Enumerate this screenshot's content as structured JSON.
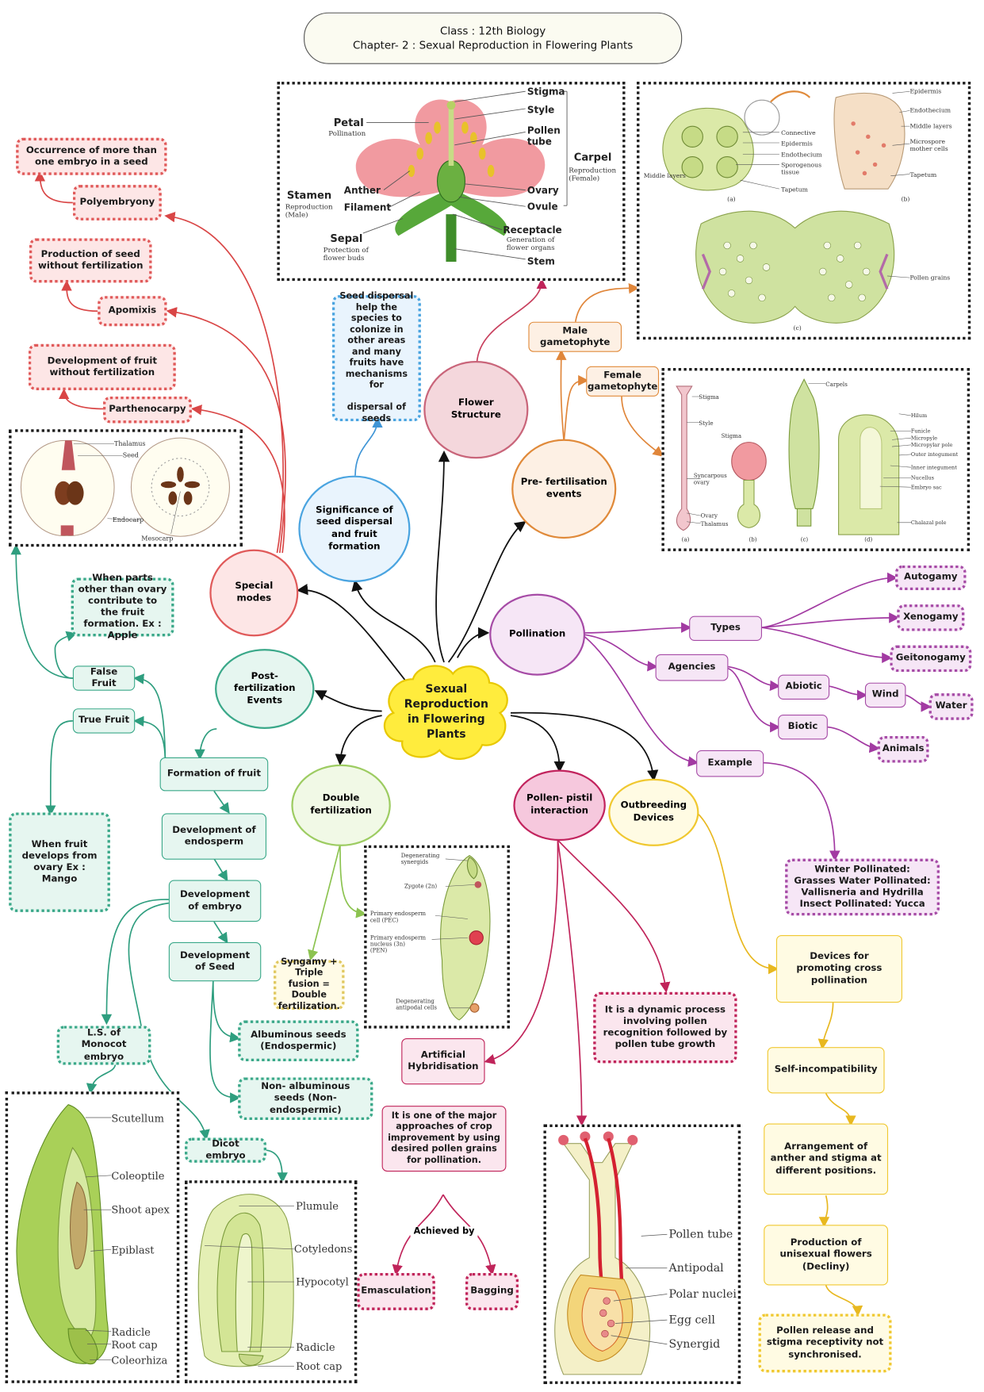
{
  "header": {
    "line1": "Class : 12th Biology",
    "line2": "Chapter- 2 : Sexual Reproduction in Flowering Plants"
  },
  "center": "Sexual\nReproduction\nin Flowering\nPlants",
  "hubs": {
    "special_modes": "Special modes",
    "significance": "Significance of seed dispersal and fruit formation",
    "flower_structure": "Flower Structure",
    "pre_fertilisation": "Pre- fertilisation events",
    "pollination": "Pollination",
    "post_fertilization": "Post-\nfertilization\nEvents",
    "double_fertilization": "Double\nfertilization",
    "pollen_pistil": "Pollen- pistil\ninteraction",
    "outbreeding": "Outbreeding\nDevices"
  },
  "special_modes": {
    "polyembryony": "Polyembryony",
    "polyembryony_def": "Occurrence of more than one embryo in a seed",
    "apomixis": "Apomixis",
    "apomixis_def": "Production of seed without fertilization",
    "parthenocarpy": "Parthenocarpy",
    "parthenocarpy_def": "Development of fruit without fertilization"
  },
  "significance_note": "Seed dispersal help the species to colonize in other areas and many fruits have mechanisms for\n\ndispersal of seeds",
  "pre_fertilisation": {
    "male": "Male gametophyte",
    "female": "Female\ngametophyte"
  },
  "pollination": {
    "types": "Types",
    "autogamy": "Autogamy",
    "xenogamy": "Xenogamy",
    "geitonogamy": "Geitonogamy",
    "agencies": "Agencies",
    "abiotic": "Abiotic",
    "wind": "Wind",
    "water": "Water",
    "biotic": "Biotic",
    "animals": "Animals",
    "example": "Example",
    "example_text": "Winter Pollinated: Grasses Water Pollinated: Vallisneria and Hydrilla Insect Pollinated: Yucca"
  },
  "post_fertilization": {
    "false_fruit": "False Fruit",
    "false_fruit_def": "When parts other than ovary contribute to the fruit formation. Ex : Apple",
    "true_fruit": "True Fruit",
    "true_fruit_def": "When fruit develops from ovary Ex : Mango",
    "formation_of_fruit": "Formation of fruit",
    "dev_endosperm": "Development of endosperm",
    "dev_embryo": "Development of embryo",
    "dev_seed": "Development of Seed",
    "albuminous": "Albuminous seeds (Endospermic)",
    "non_albuminous": "Non- albuminous seeds (Non- endospermic)",
    "monocot_embryo": "L.S. of Monocot embryo",
    "dicot_embryo": "Dicot embryo"
  },
  "double_fertilization_note": "Syngamy + Triple fusion = Double fertilization.",
  "pollen_pistil": {
    "dynamic": "It is a dynamic process involving pollen recognition followed by pollen tube growth",
    "artificial": "Artificial\nHybridisation",
    "artificial_def": "It is one of the major approaches of crop improvement by using desired pollen grains for pollination.",
    "achieved_by": "Achieved by",
    "emasculation": "Emasculation",
    "bagging": "Bagging"
  },
  "outbreeding": {
    "d1": "Devices for promoting cross pollination",
    "d2": "Self-incompatibility",
    "d3": "Arrangement of anther and stigma at different positions.",
    "d4": "Production of unisexual flowers (Decliny)",
    "d5": "Pollen release and stigma receptivity not synchronised."
  },
  "fig_flower": {
    "stigma": "Stigma",
    "style": "Style",
    "pollen_tube": "Pollen\ntube",
    "carpel": "Carpel",
    "carpel_sub": "Reproduction\n(Female)",
    "petal": "Petal",
    "petal_sub": "Pollination",
    "stamen": "Stamen",
    "stamen_sub": "Reproduction\n(Male)",
    "anther": "Anther",
    "filament": "Filament",
    "ovary": "Ovary",
    "ovule": "Ovule",
    "receptacle": "Receptacle",
    "receptacle_sub": "Generation of\nflower organs",
    "sepal": "Sepal",
    "sepal_sub": "Protection of\nflower buds",
    "stem": "Stem"
  },
  "fig_anther": {
    "epidermis": "Epidermis",
    "endothecium": "Endothecium",
    "middle_layers": "Middle layers",
    "microspore": "Microspore\nmother cells",
    "tapetum": "Tapetum",
    "connective": "Connective",
    "epidermis2": "Epidermis",
    "endothecium2": "Endothecium",
    "sporogenous": "Sporogenous\ntissue",
    "tapetum2": "Tapetum",
    "middle_layers2": "Middle layers",
    "a": "(a)",
    "b": "(b)",
    "c": "(c)",
    "pollen_grains": "Pollen grains"
  },
  "fig_pistil": {
    "stigma": "Stigma",
    "style": "Style",
    "stigma2": "Stigma",
    "syncarpous": "Syncarpous\novary",
    "ovary": "Ovary",
    "thalamus": "Thalamus",
    "carpels": "Carpels",
    "hilum": "Hilum",
    "funicle": "Funicle",
    "micropyle": "Micropyle",
    "micropylar_pole": "Micropylar pole",
    "outer_integument": "Outer integument",
    "inner_integument": "Inner integument",
    "nucellus": "Nucellus",
    "embryo_sac": "Embryo sac",
    "chalazal_pole": "Chalazal pole",
    "a": "(a)",
    "b": "(b)",
    "c": "(c)",
    "d": "(d)"
  },
  "fig_fruit": {
    "thalamus": "Thalamus",
    "seed": "Seed",
    "endocarp": "Endocarp",
    "mesocarp": "Mesocarp"
  },
  "fig_embryo_sac": {
    "synergids": "Degenerating\nsynergids",
    "zygote": "Zygote (2n)",
    "pec": "Primary endosperm\ncell (PEC)",
    "pen": "Primary endosperm\nnucleus (3n)\n(PEN)",
    "antipodal": "Degenerating\nantipodal cells"
  },
  "fig_monocot": {
    "scutellum": "Scutellum",
    "coleoptile": "Coleoptile",
    "shoot_apex": "Shoot apex",
    "epiblast": "Epiblast",
    "radicle": "Radicle",
    "root_cap": "Root cap",
    "coleorhiza": "Coleorhiza"
  },
  "fig_dicot": {
    "plumule": "Plumule",
    "cotyledons": "Cotyledons",
    "hypocotyl": "Hypocotyl",
    "radicle": "Radicle",
    "root_cap": "Root cap"
  },
  "fig_pollen_tube": {
    "pollen_tube": "Pollen tube",
    "antipodal": "Antipodal",
    "polar_nuclei": "Polar nuclei",
    "egg_cell": "Egg cell",
    "synergid": "Synergid"
  }
}
